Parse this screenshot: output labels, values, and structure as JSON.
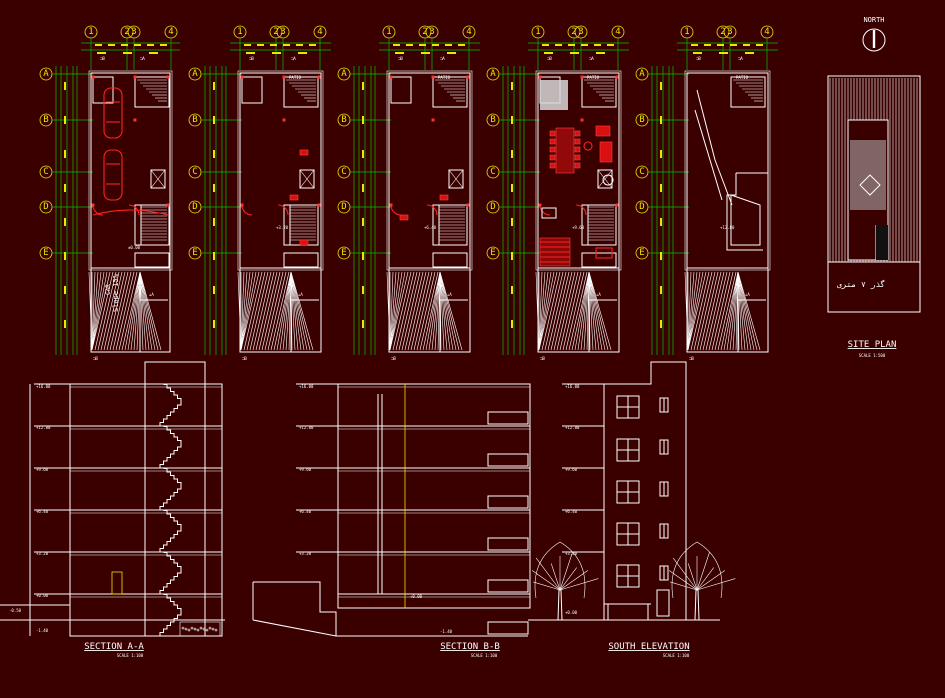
{
  "north": {
    "label": "NORTH"
  },
  "grid": {
    "columns": [
      "1",
      "2",
      "3",
      "4"
    ],
    "rows": [
      "A",
      "B",
      "C",
      "D",
      "E"
    ]
  },
  "plans": [
    {
      "id": "basement",
      "level": "±0.00"
    },
    {
      "id": "floor1",
      "level": "+3.20"
    },
    {
      "id": "floor2",
      "level": "+6.40"
    },
    {
      "id": "floor3",
      "level": "+9.60"
    },
    {
      "id": "roof",
      "level": "+12.80"
    }
  ],
  "plan_labels": {
    "patio": "PATIO",
    "ramp": "Slope 15%",
    "car": "CAR"
  },
  "site_plan": {
    "title": "SITE PLAN",
    "scale": "SCALE 1:500",
    "street": "گذر ۷ متری"
  },
  "section_aa": {
    "title": "SECTION A-A",
    "scale": "SCALE 1:100",
    "levels": [
      "+16.00",
      "+12.80",
      "+9.60",
      "+6.40",
      "+3.20",
      "+0.00",
      "-0.50",
      "-1.40"
    ]
  },
  "section_bb": {
    "title": "SECTION B-B",
    "scale": "SCALE 1:100",
    "levels": [
      "+16.00",
      "+12.80",
      "+9.60",
      "+6.40",
      "+3.20",
      "+0.00",
      "-1.40"
    ]
  },
  "south_elevation": {
    "title": "SOUTH ELEVATION",
    "scale": "SCALE 1:100",
    "levels": [
      "+16.00",
      "+12.80",
      "+9.60",
      "+6.40",
      "+3.20",
      "+0.00"
    ]
  },
  "colors": {
    "background": "#3a0000",
    "lines": "#ffffff",
    "dimensions": "#00c000",
    "text": "#e8e800",
    "furniture": "#ff2020"
  }
}
